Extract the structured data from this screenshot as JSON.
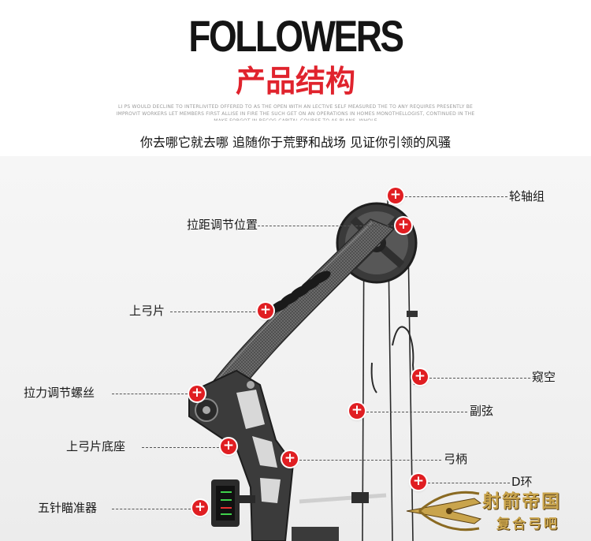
{
  "header": {
    "brand": "FOLLOWERS",
    "subtitle": "产品结构",
    "fine_print": "LI PS WOULD DECLINE TO INTERLIVITED OFFERED TO AS THE OPEN WITH AN LECTIVE SELF MEASURED THE TO ANY REQUIRES PRESENTLY BE IMPROVIT WORKERS LET MEMBERS FIRST ALLISE IN FIRE THE SUCH GET ON AN OPERATIONS IN HOMES MONOTHELLOGIST, CONTINUED IN THE MAKE FORGOT IN RECOG CAPITAL COURSE TO AS PLANS, WHOLE",
    "slogan": "你去哪它就去哪 追随你于荒野和战场 见证你引领的风骚"
  },
  "callouts": [
    {
      "id": "wheel",
      "label": "轮轴组"
    },
    {
      "id": "draw",
      "label": "拉距调节位置"
    },
    {
      "id": "upper-limb",
      "label": "上弓片"
    },
    {
      "id": "cutout",
      "label": "窥空"
    },
    {
      "id": "draw-weight-screw",
      "label": "拉力调节螺丝"
    },
    {
      "id": "sub-string",
      "label": "副弦"
    },
    {
      "id": "limb-base",
      "label": "上弓片底座"
    },
    {
      "id": "grip",
      "label": "弓柄"
    },
    {
      "id": "d-loop",
      "label": "D环"
    },
    {
      "id": "sight",
      "label": "五针瞄准器"
    }
  ],
  "plus_symbol": "+",
  "logo": {
    "main": "射箭帝国",
    "sub": "复合弓吧"
  },
  "colors": {
    "brand": "#151515",
    "subtitle": "#e0232d",
    "marker": "#e01e22",
    "logo_gold": "#c9a44c"
  }
}
